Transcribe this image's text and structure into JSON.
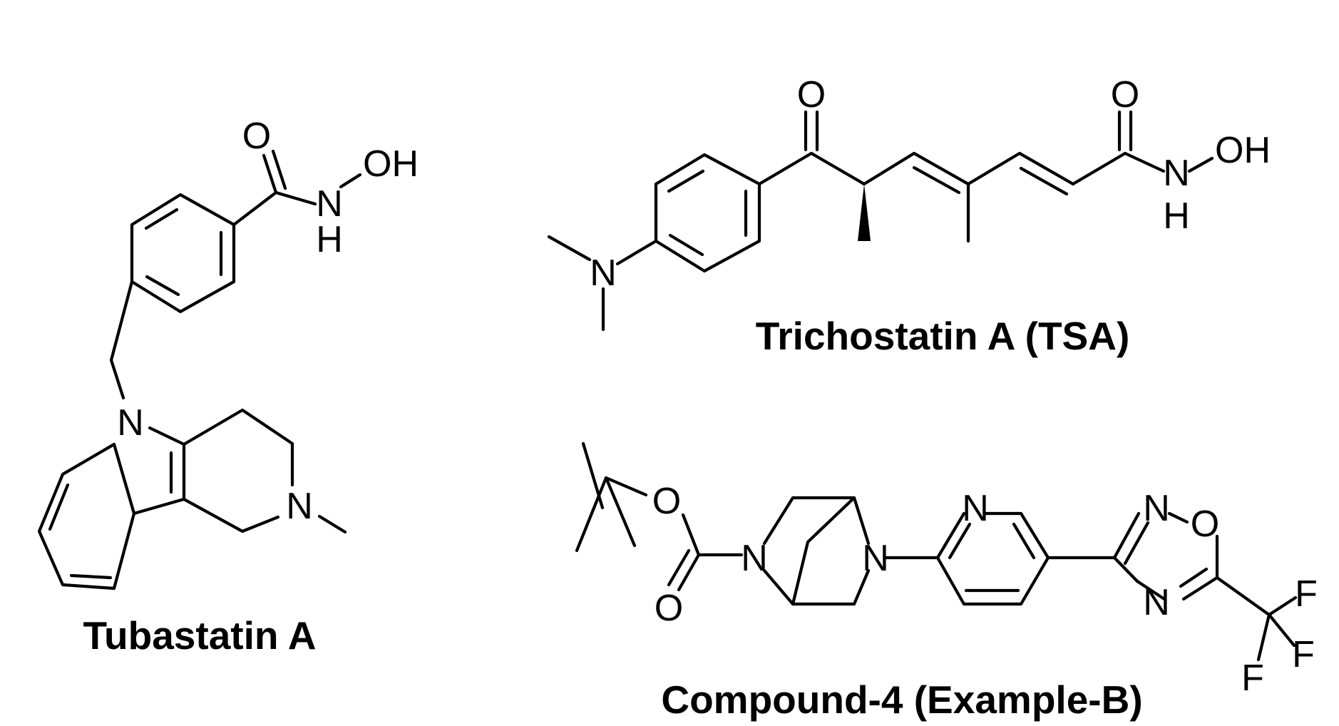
{
  "figure": {
    "background": "#ffffff",
    "ink": "#000000"
  },
  "compounds": {
    "tubastatin": {
      "name": "Tubastatin A",
      "atoms": {
        "o1": "O",
        "n_hydroxamate": "N",
        "h_hydroxamate": "H",
        "oh": "OH",
        "n_indole": "N",
        "n_ring": "N"
      }
    },
    "tsa": {
      "name": "Trichostatin A (TSA)",
      "atoms": {
        "n_dimethyl": "N",
        "o_ketone": "O",
        "o_amide": "O",
        "n_hydroxamate": "N",
        "h_hydroxamate": "H",
        "oh": "OH"
      }
    },
    "compound4": {
      "name": "Compound-4 (Example-B)",
      "atoms": {
        "o_ester": "O",
        "o_carbonyl": "O",
        "n_bicyclic_left": "N",
        "n_bicyclic_right": "N",
        "n_pyridine": "N",
        "n_oxadiazole_top": "N",
        "o_oxadiazole": "O",
        "n_oxadiazole_bottom": "N",
        "f1": "F",
        "f2": "F",
        "f3": "F"
      }
    }
  }
}
